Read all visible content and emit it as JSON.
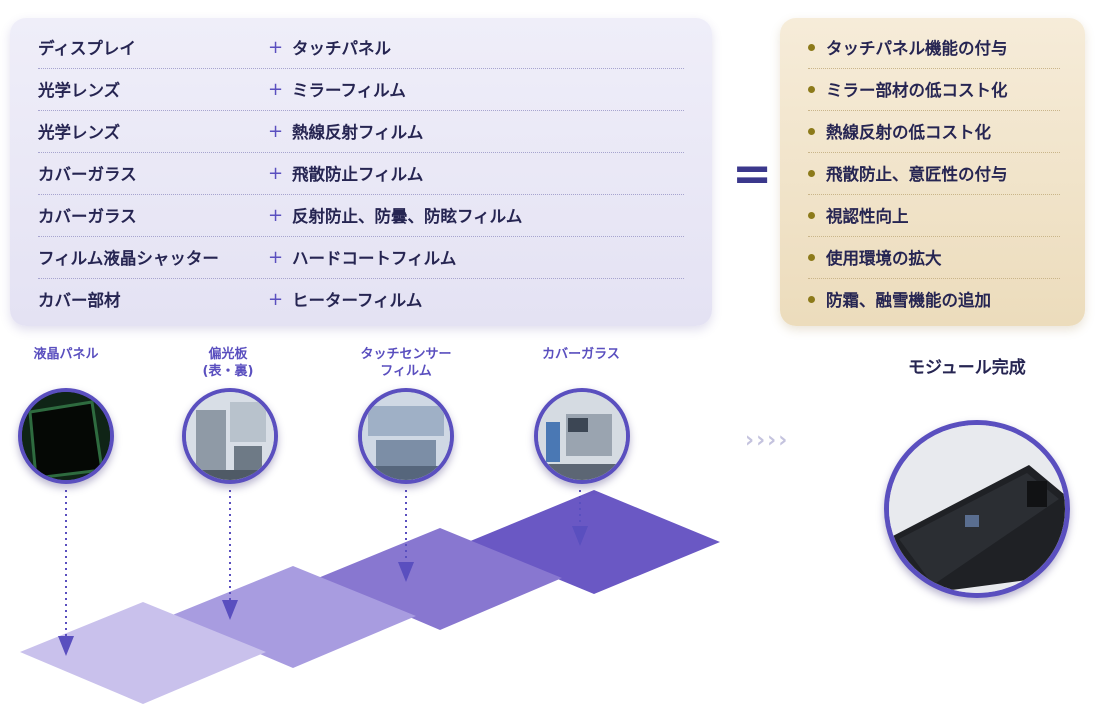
{
  "combinations": [
    {
      "component": "ディスプレイ",
      "plus": "+",
      "film": "タッチパネル"
    },
    {
      "component": "光学レンズ",
      "plus": "+",
      "film": "ミラーフィルム"
    },
    {
      "component": "光学レンズ",
      "plus": "+",
      "film": "熱線反射フィルム"
    },
    {
      "component": "カバーガラス",
      "plus": "+",
      "film": "飛散防止フィルム"
    },
    {
      "component": "カバーガラス",
      "plus": "+",
      "film": "反射防止、防曇、防眩フィルム"
    },
    {
      "component": "フィルム液晶シャッター",
      "plus": "+",
      "film": "ハードコートフィルム"
    },
    {
      "component": "カバー部材",
      "plus": "+",
      "film": "ヒーターフィルム"
    }
  ],
  "equals_sign": "=",
  "benefits": [
    "タッチパネル機能の付与",
    "ミラー部材の低コスト化",
    "熱線反射の低コスト化",
    "飛散防止、意匠性の付与",
    "視認性向上",
    "使用環境の拡大",
    "防霜、融雪機能の追加"
  ],
  "layers": [
    {
      "label_line1": "液晶パネル",
      "label_line2": "",
      "icon": "lcd-panel-photo"
    },
    {
      "label_line1": "偏光板",
      "label_line2": "(表・裏)",
      "icon": "factory-machine-photo"
    },
    {
      "label_line1": "タッチセンサー",
      "label_line2": "フィルム",
      "icon": "film-line-photo"
    },
    {
      "label_line1": "カバーガラス",
      "label_line2": "",
      "icon": "glass-assembly-photo"
    }
  ],
  "chevrons": "››››",
  "module": {
    "title": "モジュール完成",
    "icon": "finished-module-photo"
  },
  "colors": {
    "accent": "#5a4fbf",
    "text": "#262552",
    "panel_left": "#e8e6f5",
    "panel_right": "#f1e3c8",
    "bullet": "#8c7a1a"
  }
}
